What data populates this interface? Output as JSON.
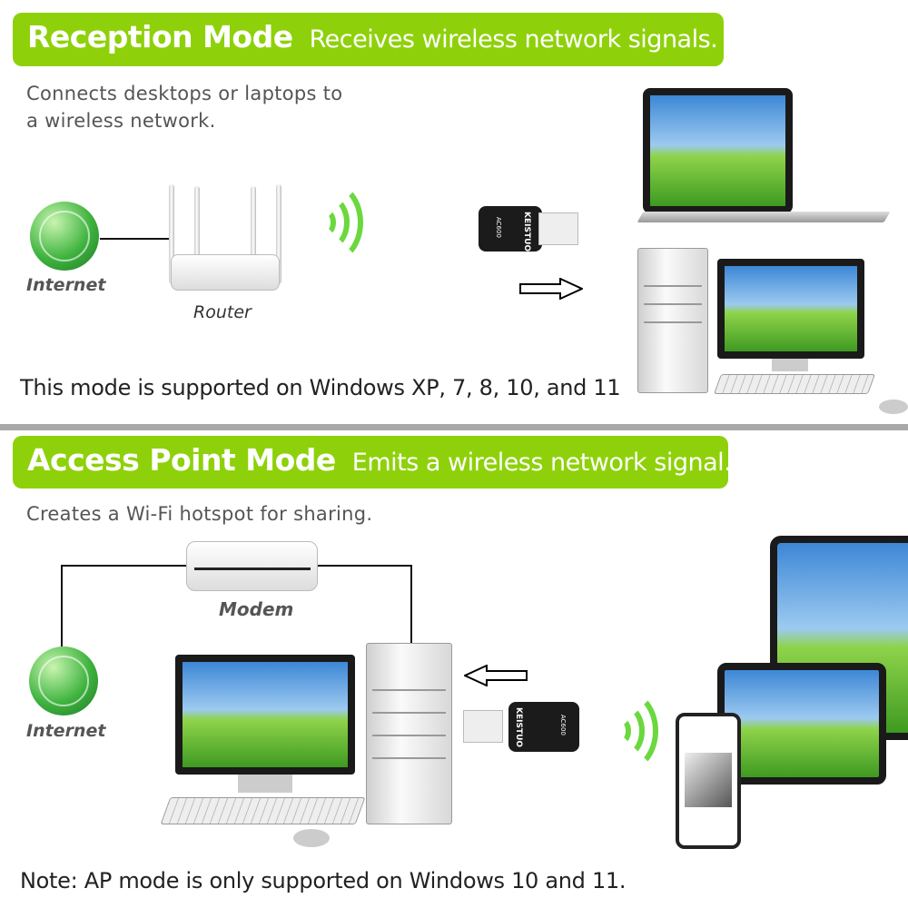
{
  "reception": {
    "title": "Reception Mode",
    "subtitle": "Receives wireless network signals.",
    "description_line1": "Connects desktops or laptops to",
    "description_line2": "a wireless network.",
    "internet_label": "Internet",
    "router_label": "Router",
    "note": "This mode is supported on Windows XP, 7, 8, 10, and 11"
  },
  "access_point": {
    "title": "Access Point Mode",
    "subtitle": "Emits a wireless network signal.",
    "description": "Creates a Wi-Fi hotspot for sharing.",
    "modem_label": "Modem",
    "internet_label": "Internet",
    "note": "Note: AP mode is only supported on Windows 10 and 11."
  },
  "adapter": {
    "brand": "KEISTUO",
    "model": "AC600"
  },
  "colors": {
    "accent": "#8ed10a",
    "wifi": "#6bd83e"
  }
}
